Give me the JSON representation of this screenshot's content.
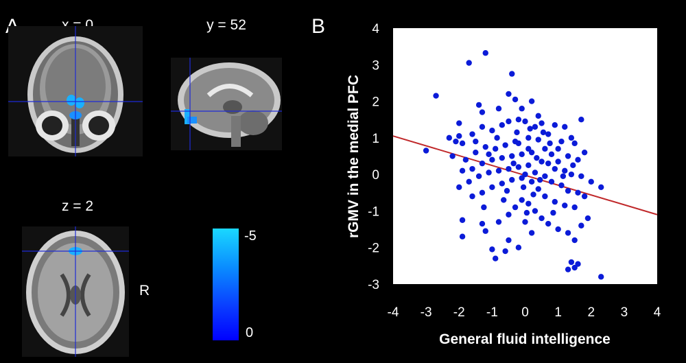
{
  "panel_a": {
    "letter": "A",
    "slices": [
      {
        "label": "x = 0"
      },
      {
        "label": "y = 52"
      },
      {
        "label": "z = 2"
      }
    ],
    "colorbar": {
      "top_label": "-5",
      "bottom_label": "0",
      "colors": [
        "#1ad8ff",
        "#0000ff"
      ]
    },
    "side_label": "R",
    "crosshair_color": "#1e2bd6",
    "cluster_color": "#1ab0ff"
  },
  "panel_b": {
    "letter": "B"
  },
  "chart_data": {
    "type": "scatter",
    "xlabel": "General fluid intelligence",
    "ylabel": "rGMV  in the medial PFC",
    "xlim": [
      -4,
      4
    ],
    "ylim": [
      -3,
      4
    ],
    "xticks": [
      -4,
      -3,
      -2,
      -1,
      0,
      1,
      2,
      3,
      4
    ],
    "yticks": [
      -3,
      -2,
      -1,
      0,
      1,
      2,
      3,
      4
    ],
    "point_color": "#0b1bd8",
    "line_color": "#c0282a",
    "fit_line": {
      "x": [
        -4,
        4
      ],
      "y": [
        1.05,
        -1.1
      ]
    },
    "points": [
      [
        -2.7,
        2.15
      ],
      [
        -1.7,
        3.05
      ],
      [
        -1.2,
        3.32
      ],
      [
        -0.4,
        2.75
      ],
      [
        -0.5,
        2.2
      ],
      [
        -0.3,
        2.05
      ],
      [
        0.2,
        2.0
      ],
      [
        -1.4,
        1.9
      ],
      [
        -1.3,
        1.7
      ],
      [
        -0.8,
        1.8
      ],
      [
        -2.0,
        1.4
      ],
      [
        -0.1,
        1.8
      ],
      [
        0.4,
        1.6
      ],
      [
        -3.0,
        0.65
      ],
      [
        -2.3,
        1.0
      ],
      [
        -2.1,
        0.9
      ],
      [
        -1.9,
        0.85
      ],
      [
        -2.0,
        1.05
      ],
      [
        -1.6,
        1.1
      ],
      [
        -1.5,
        0.9
      ],
      [
        -1.3,
        1.3
      ],
      [
        -1.0,
        1.2
      ],
      [
        -0.7,
        1.35
      ],
      [
        -0.5,
        1.45
      ],
      [
        -0.2,
        1.5
      ],
      [
        0.0,
        1.45
      ],
      [
        0.3,
        1.3
      ],
      [
        0.5,
        1.4
      ],
      [
        0.9,
        1.35
      ],
      [
        1.2,
        1.3
      ],
      [
        1.7,
        1.5
      ],
      [
        0.7,
        1.1
      ],
      [
        1.4,
        1.0
      ],
      [
        1.1,
        0.9
      ],
      [
        1.5,
        0.85
      ],
      [
        1.8,
        0.6
      ],
      [
        1.6,
        0.4
      ],
      [
        -2.2,
        0.5
      ],
      [
        -1.8,
        0.4
      ],
      [
        -1.5,
        0.6
      ],
      [
        -1.2,
        0.75
      ],
      [
        -0.9,
        0.7
      ],
      [
        -0.6,
        0.8
      ],
      [
        -0.3,
        0.9
      ],
      [
        0.1,
        1.0
      ],
      [
        0.4,
        0.95
      ],
      [
        0.6,
        0.7
      ],
      [
        0.8,
        0.55
      ],
      [
        1.0,
        0.35
      ],
      [
        1.3,
        0.5
      ],
      [
        -1.9,
        0.1
      ],
      [
        -1.6,
        0.15
      ],
      [
        -1.3,
        0.3
      ],
      [
        -1.0,
        0.4
      ],
      [
        -0.7,
        0.45
      ],
      [
        -0.4,
        0.5
      ],
      [
        -0.1,
        0.55
      ],
      [
        0.2,
        0.6
      ],
      [
        0.5,
        0.35
      ],
      [
        0.7,
        0.3
      ],
      [
        0.9,
        0.15
      ],
      [
        1.2,
        0.1
      ],
      [
        1.4,
        0.0
      ],
      [
        1.7,
        -0.05
      ],
      [
        2.0,
        -0.2
      ],
      [
        2.3,
        -0.35
      ],
      [
        -2.0,
        -0.35
      ],
      [
        -1.7,
        -0.2
      ],
      [
        -1.4,
        -0.05
      ],
      [
        -1.1,
        0.05
      ],
      [
        -0.8,
        0.1
      ],
      [
        -0.5,
        0.15
      ],
      [
        -0.2,
        0.2
      ],
      [
        0.1,
        0.25
      ],
      [
        0.3,
        0.05
      ],
      [
        0.6,
        -0.05
      ],
      [
        0.8,
        -0.2
      ],
      [
        1.1,
        -0.3
      ],
      [
        1.3,
        -0.45
      ],
      [
        1.6,
        -0.5
      ],
      [
        1.8,
        -0.6
      ],
      [
        -1.6,
        -0.6
      ],
      [
        -1.3,
        -0.5
      ],
      [
        -1.0,
        -0.35
      ],
      [
        -0.7,
        -0.25
      ],
      [
        -0.4,
        -0.15
      ],
      [
        -0.1,
        -0.1
      ],
      [
        0.2,
        -0.2
      ],
      [
        0.4,
        -0.4
      ],
      [
        0.6,
        -0.6
      ],
      [
        0.9,
        -0.75
      ],
      [
        1.2,
        -0.85
      ],
      [
        1.5,
        -0.9
      ],
      [
        1.9,
        -1.2
      ],
      [
        1.7,
        -1.4
      ],
      [
        -1.9,
        -1.25
      ],
      [
        -1.9,
        -1.7
      ],
      [
        -1.3,
        -1.35
      ],
      [
        -1.2,
        -1.55
      ],
      [
        -0.8,
        -1.3
      ],
      [
        -0.5,
        -1.1
      ],
      [
        -0.3,
        -0.9
      ],
      [
        -0.1,
        -0.7
      ],
      [
        0.1,
        -0.8
      ],
      [
        0.3,
        -1.0
      ],
      [
        0.5,
        -1.2
      ],
      [
        0.7,
        -1.35
      ],
      [
        1.0,
        -1.5
      ],
      [
        1.3,
        -1.6
      ],
      [
        1.5,
        -1.8
      ],
      [
        -0.5,
        -1.8
      ],
      [
        -0.2,
        -2.0
      ],
      [
        0.2,
        -1.6
      ],
      [
        -1.0,
        -2.05
      ],
      [
        -0.6,
        -2.1
      ],
      [
        -0.9,
        -2.3
      ],
      [
        1.4,
        -2.4
      ],
      [
        1.5,
        -2.55
      ],
      [
        1.3,
        -2.6
      ],
      [
        1.6,
        -2.45
      ],
      [
        2.3,
        -2.8
      ],
      [
        0.0,
        -1.3
      ],
      [
        -0.2,
        0.85
      ],
      [
        0.1,
        0.7
      ],
      [
        0.35,
        0.45
      ],
      [
        -0.35,
        0.3
      ],
      [
        0.0,
        0.0
      ],
      [
        0.45,
        -0.15
      ],
      [
        -0.55,
        -0.45
      ],
      [
        0.25,
        -0.55
      ],
      [
        1.0,
        0.7
      ],
      [
        -0.05,
        -0.35
      ],
      [
        0.75,
        0.85
      ],
      [
        -0.85,
        1.0
      ],
      [
        0.55,
        1.15
      ],
      [
        -1.1,
        0.55
      ],
      [
        0.15,
        1.25
      ],
      [
        -0.25,
        1.15
      ],
      [
        1.15,
        -0.05
      ],
      [
        -1.25,
        -0.9
      ],
      [
        0.85,
        -1.05
      ],
      [
        -0.65,
        -0.7
      ],
      [
        0.05,
        -1.05
      ],
      [
        1.45,
        0.25
      ]
    ]
  }
}
